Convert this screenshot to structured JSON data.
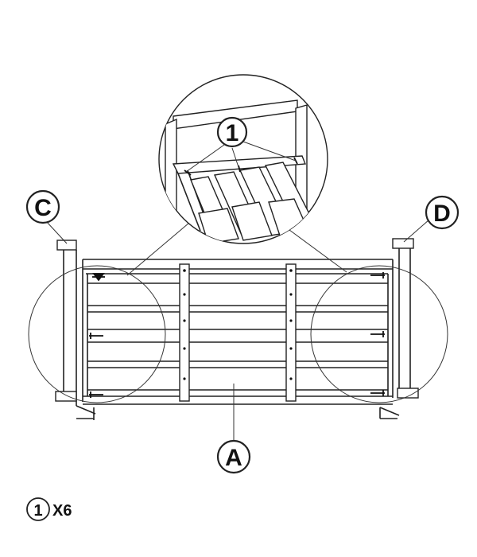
{
  "labels": {
    "part_a": "A",
    "part_c": "C",
    "part_d": "D",
    "screw_callout": "1"
  },
  "quantity": {
    "item": "1",
    "count": "X6"
  }
}
